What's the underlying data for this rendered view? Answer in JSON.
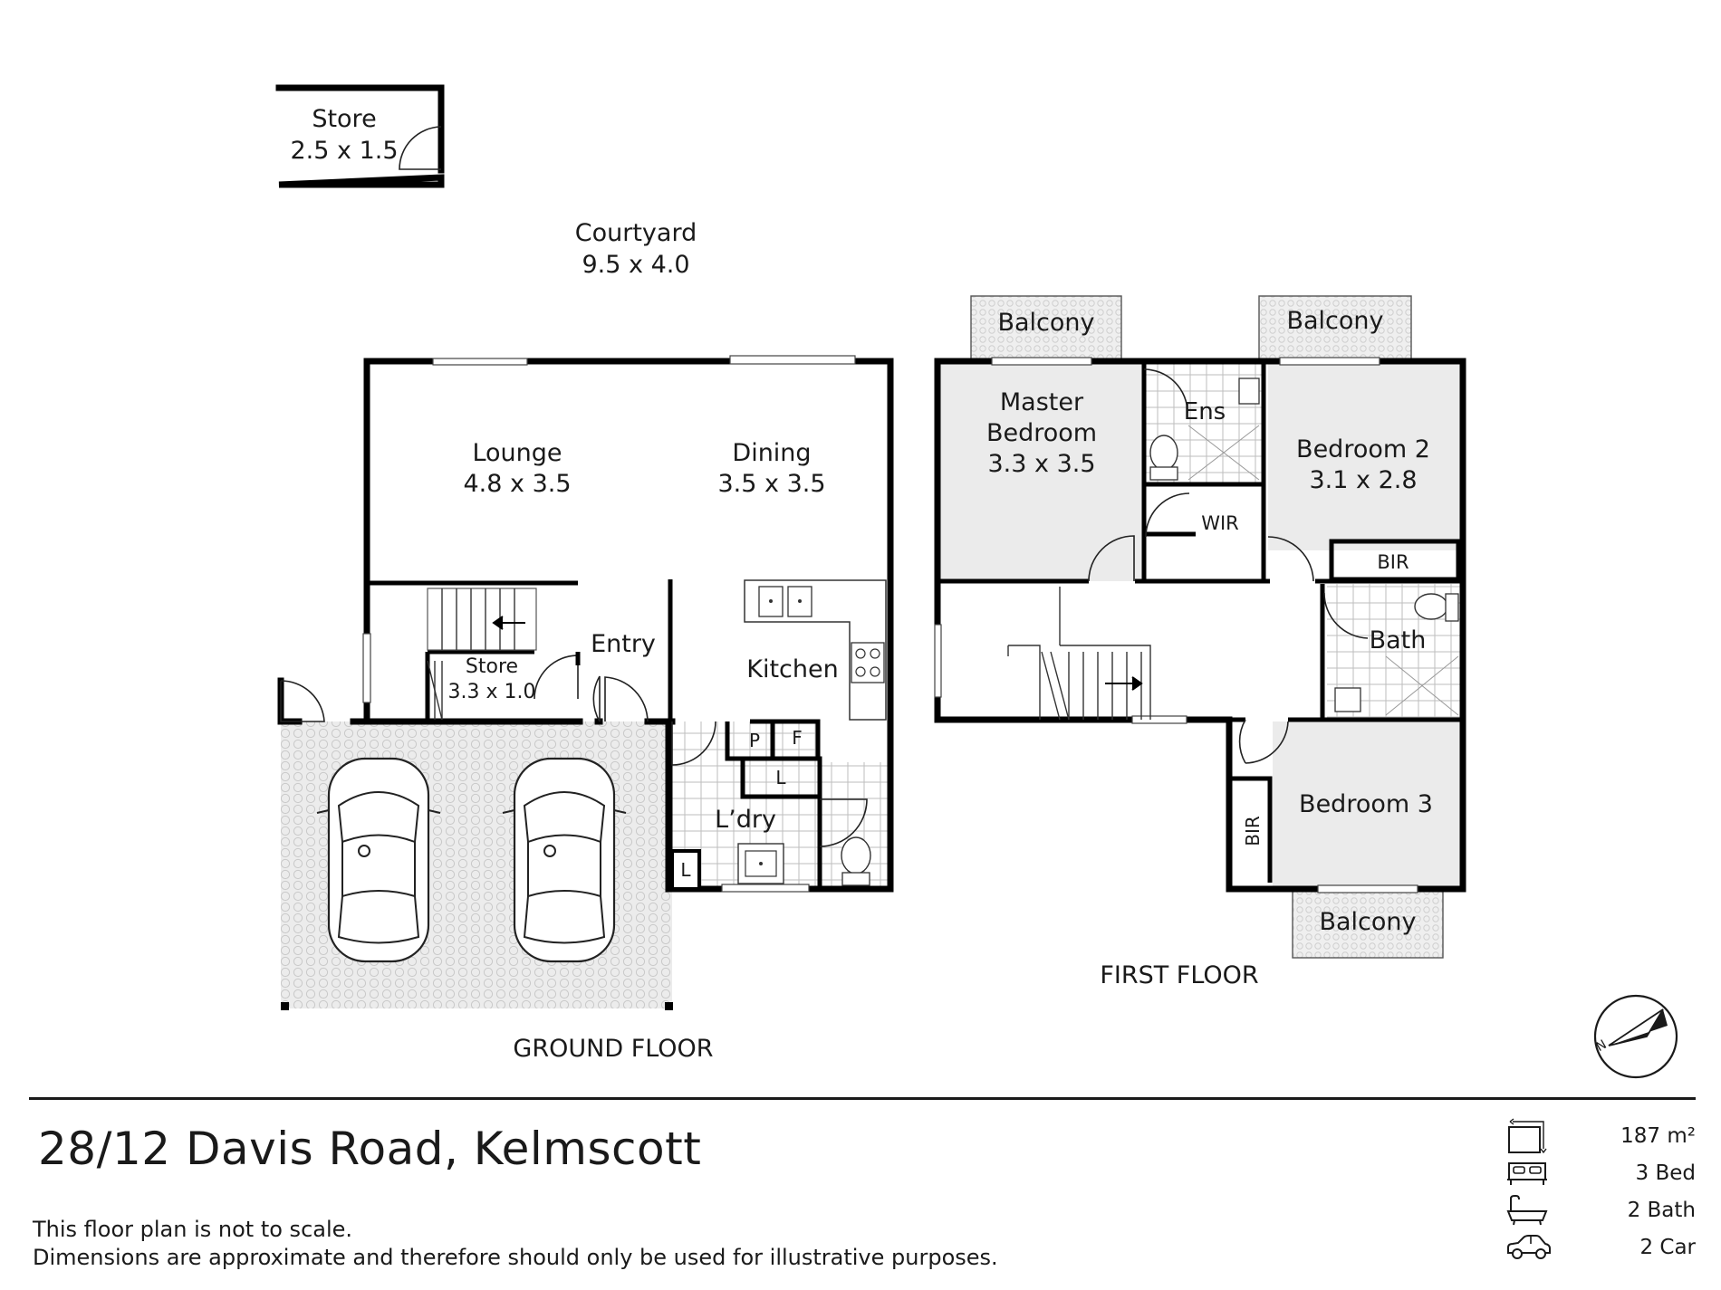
{
  "rooms": {
    "store_outdoor": {
      "name": "Store",
      "dims": "2.5 x 1.5"
    },
    "courtyard": {
      "name": "Courtyard",
      "dims": "9.5 x 4.0"
    },
    "lounge": {
      "name": "Lounge",
      "dims": "4.8 x 3.5"
    },
    "dining": {
      "name": "Dining",
      "dims": "3.5 x 3.5"
    },
    "entry": {
      "name": "Entry"
    },
    "store_inner": {
      "name": "Store",
      "dims": "3.3 x 1.0"
    },
    "kitchen": {
      "name": "Kitchen"
    },
    "pantry": {
      "name": "P"
    },
    "fridge": {
      "name": "F"
    },
    "linen_l1": {
      "name": "L"
    },
    "linen_l2": {
      "name": "L"
    },
    "laundry": {
      "name": "L’dry"
    },
    "balcony_1": {
      "name": "Balcony"
    },
    "balcony_2": {
      "name": "Balcony"
    },
    "balcony_3": {
      "name": "Balcony"
    },
    "master": {
      "name1": "Master",
      "name2": "Bedroom",
      "dims": "3.3 x 3.5"
    },
    "ensuite": {
      "name": "Ens"
    },
    "wir": {
      "name": "WIR"
    },
    "bedroom2": {
      "name": "Bedroom 2",
      "dims": "3.1 x 2.8"
    },
    "bir_2": {
      "name": "BIR"
    },
    "bath": {
      "name": "Bath"
    },
    "bedroom3": {
      "name": "Bedroom 3"
    },
    "bir_3": {
      "name": "BIR"
    }
  },
  "floors": {
    "ground": "GROUND FLOOR",
    "first": "FIRST FLOOR"
  },
  "compass": {
    "letter": "N",
    "icon": "compass-icon"
  },
  "address": "28/12 Davis Road, Kelmscott",
  "disclaimer": {
    "line1": "This floor plan is not to scale.",
    "line2": "Dimensions are approximate and therefore should only be used for illustrative purposes."
  },
  "stats": [
    {
      "icon": "area-icon",
      "value": "187 m²"
    },
    {
      "icon": "bed-icon",
      "value": "3 Bed"
    },
    {
      "icon": "bath-icon",
      "value": "2 Bath"
    },
    {
      "icon": "car-icon",
      "value": "2 Car"
    }
  ],
  "colors": {
    "wall": "#000000",
    "room_fill": "#ebebeb",
    "text": "#1a1a1a",
    "paving": "#e9e9e9"
  }
}
